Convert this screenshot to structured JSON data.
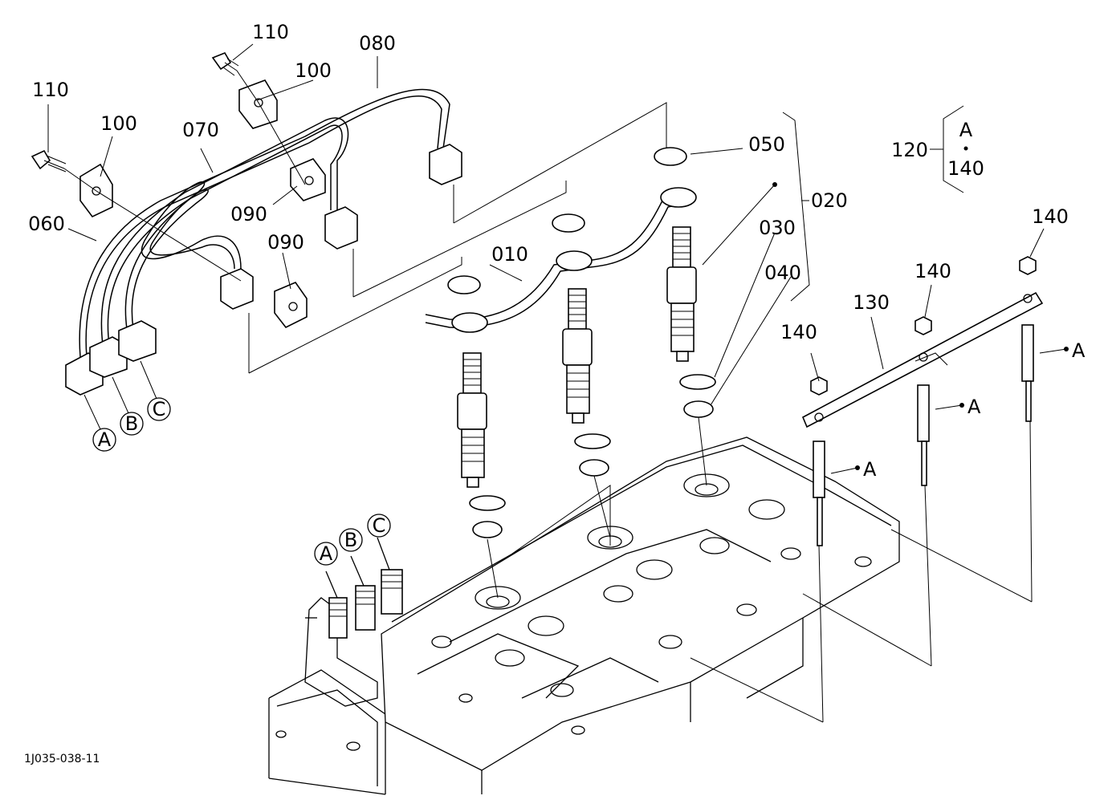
{
  "callouts": {
    "p010": "010",
    "p020": "020",
    "p030": "030",
    "p040": "040",
    "p050": "050",
    "p060": "060",
    "p070": "070",
    "p080": "080",
    "p090a": "090",
    "p090b": "090",
    "p100a": "100",
    "p100b": "100",
    "p110a": "110",
    "p110b": "110",
    "p120": "120",
    "p130": "130",
    "p140a": "140",
    "p140b": "140",
    "p140c": "140",
    "p140d": "140"
  },
  "group_box": {
    "top": "A",
    "bottom": "140"
  },
  "pipe_ends": [
    "A",
    "B",
    "C"
  ],
  "pump_outlets": [
    "A",
    "B",
    "C"
  ],
  "glow_plug_refs": [
    "A",
    "A",
    "A"
  ],
  "figure_code": "1J035-038-11"
}
